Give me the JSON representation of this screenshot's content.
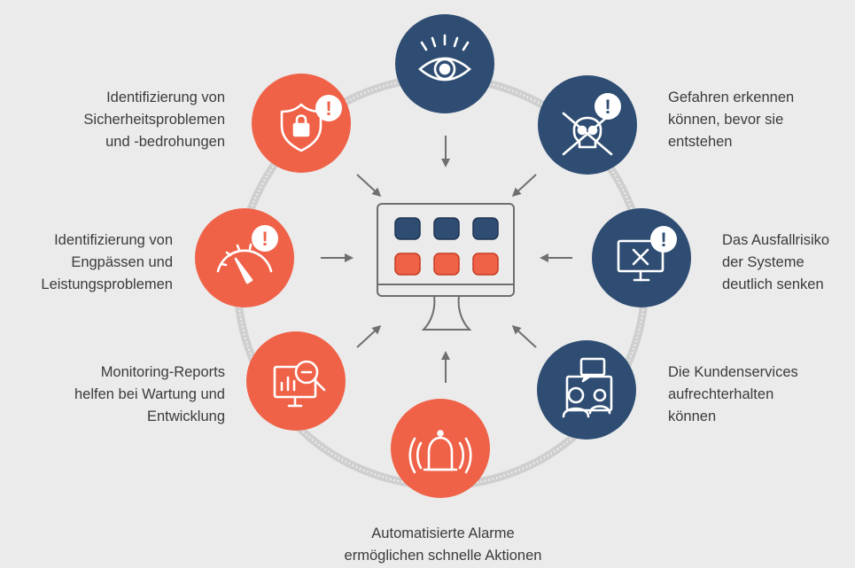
{
  "colors": {
    "background": "#ebebeb",
    "navy": "#2f4d73",
    "coral": "#ef6248",
    "ring": "#c9c9c9",
    "arrow": "#6f6f6f",
    "monitor_outline": "#6e6e6e"
  },
  "nodes": [
    {
      "id": "eye",
      "icon": "eye-icon",
      "color": "navy"
    },
    {
      "id": "danger",
      "icon": "skull-crossbones-warning-icon",
      "color": "navy"
    },
    {
      "id": "failure",
      "icon": "monitor-error-warning-icon",
      "color": "navy"
    },
    {
      "id": "support",
      "icon": "customer-support-icon",
      "color": "navy"
    },
    {
      "id": "alarm",
      "icon": "alarm-bell-icon",
      "color": "coral"
    },
    {
      "id": "reports",
      "icon": "report-analysis-icon",
      "color": "coral"
    },
    {
      "id": "performance",
      "icon": "speedometer-warning-icon",
      "color": "coral"
    },
    {
      "id": "security",
      "icon": "shield-lock-warning-icon",
      "color": "coral"
    }
  ],
  "labels": {
    "security": "Identifizierung von\nSicherheitsproblemen\nund -bedrohungen",
    "danger": "Gefahren erkennen\nkönnen, bevor sie\nentstehen",
    "performance": "Identifizierung von\nEngpässen und\nLeistungsproblemen",
    "failure": "Das Ausfallrisiko\nder Systeme\ndeutlich senken",
    "reports": "Monitoring-Reports\nhelfen bei Wartung und\nEntwicklung",
    "support": "Die Kundenservices\naufrechterhalten\nkönnen",
    "alarm": "Automatisierte Alarme\nermöglichen schnelle Aktionen"
  },
  "center": {
    "icon": "dashboard-monitor-icon",
    "tile_rows": [
      {
        "color": "navy",
        "count": 3
      },
      {
        "color": "coral",
        "count": 3
      }
    ]
  }
}
